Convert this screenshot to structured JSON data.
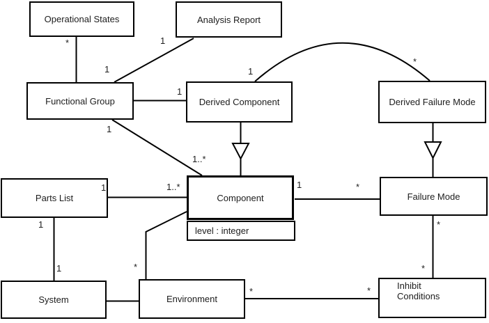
{
  "diagram_type": "uml-class-diagram",
  "classes": [
    {
      "name": "Operational States"
    },
    {
      "name": "Analysis Report"
    },
    {
      "name": "Functional Group"
    },
    {
      "name": "Derived Component"
    },
    {
      "name": "Derived Failure Mode"
    },
    {
      "name": "Parts List"
    },
    {
      "name": "Component",
      "attributes": [
        "level : integer"
      ]
    },
    {
      "name": "Failure Mode"
    },
    {
      "name": "System"
    },
    {
      "name": "Environment"
    },
    {
      "name": "Inhibit Conditions"
    }
  ],
  "relationships": [
    {
      "from": "Operational States",
      "from_mult": "*",
      "to": "Functional Group",
      "to_mult": "",
      "type": "association"
    },
    {
      "from": "Analysis Report",
      "from_mult": "1",
      "to": "Functional Group",
      "to_mult": "1",
      "type": "association"
    },
    {
      "from": "Functional Group",
      "from_mult": "",
      "to": "Derived Component",
      "to_mult": "1",
      "type": "association"
    },
    {
      "from": "Functional Group",
      "from_mult": "1",
      "to": "Component",
      "to_mult": "1..*",
      "type": "association"
    },
    {
      "from": "Derived Component",
      "from_mult": "1",
      "to": "Derived Failure Mode",
      "to_mult": "*",
      "type": "association"
    },
    {
      "from": "Derived Component",
      "to": "Component",
      "type": "generalization"
    },
    {
      "from": "Derived Failure Mode",
      "to": "Failure Mode",
      "type": "generalization"
    },
    {
      "from": "Parts List",
      "from_mult": "1",
      "to": "Component",
      "to_mult": "1..*",
      "type": "association"
    },
    {
      "from": "Parts List",
      "from_mult": "1",
      "to": "System",
      "to_mult": "1",
      "type": "association"
    },
    {
      "from": "System",
      "from_mult": "",
      "to": "Environment",
      "to_mult": "",
      "type": "association"
    },
    {
      "from": "Environment",
      "from_mult": "*",
      "to": "Component",
      "to_mult": "",
      "type": "association"
    },
    {
      "from": "Component",
      "from_mult": "1",
      "to": "Failure Mode",
      "to_mult": "*",
      "type": "association"
    },
    {
      "from": "Failure Mode",
      "from_mult": "*",
      "to": "Inhibit Conditions",
      "to_mult": "*",
      "type": "association"
    },
    {
      "from": "Environment",
      "from_mult": "*",
      "to": "Inhibit Conditions",
      "to_mult": "*",
      "type": "association"
    }
  ],
  "multiplicity_labels": [
    {
      "text": "*"
    },
    {
      "text": "1"
    },
    {
      "text": "1"
    },
    {
      "text": "1"
    },
    {
      "text": "1"
    },
    {
      "text": "1..*"
    },
    {
      "text": "1"
    },
    {
      "text": "*"
    },
    {
      "text": "1"
    },
    {
      "text": "1..*"
    },
    {
      "text": "1"
    },
    {
      "text": "1"
    },
    {
      "text": "*"
    },
    {
      "text": "1"
    },
    {
      "text": "*"
    },
    {
      "text": "*"
    },
    {
      "text": "*"
    },
    {
      "text": "*"
    },
    {
      "text": "*"
    }
  ],
  "colors": {
    "background": "#ffffff",
    "line": "#000000",
    "box_border": "#000000",
    "text": "#1c1c1c"
  }
}
